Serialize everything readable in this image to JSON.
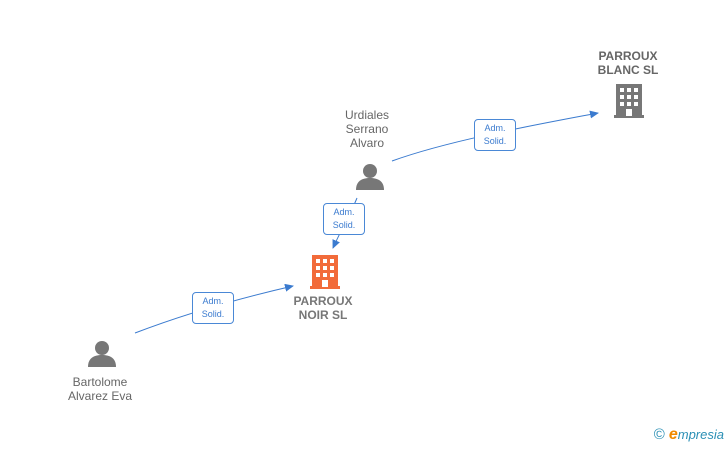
{
  "nodes": {
    "parroux_blanc": {
      "line1": "PARROUX",
      "line2": "BLANC  SL",
      "type": "company"
    },
    "urdiales": {
      "line1": "Urdiales",
      "line2": "Serrano",
      "line3": "Alvaro",
      "type": "person"
    },
    "parroux_noir": {
      "line1": "PARROUX",
      "line2": "NOIR  SL",
      "type": "company",
      "highlight": true
    },
    "bartolome": {
      "line1": "Bartolome",
      "line2": "Alvarez Eva",
      "type": "person"
    }
  },
  "edges": [
    {
      "from": "urdiales",
      "to": "parroux_blanc",
      "label1": "Adm.",
      "label2": "Solid."
    },
    {
      "from": "urdiales",
      "to": "parroux_noir",
      "label1": "Adm.",
      "label2": "Solid."
    },
    {
      "from": "bartolome",
      "to": "parroux_noir",
      "label1": "Adm.",
      "label2": "Solid."
    }
  ],
  "footer": {
    "copyright": "©",
    "brand_initial": "e",
    "brand_rest": "mpresia"
  },
  "colors": {
    "edge": "#3b7bcf",
    "company_icon": "#777777",
    "highlight_icon": "#f26b3a",
    "person_icon": "#777777"
  },
  "icons": {
    "company": "building-icon",
    "person": "person-icon"
  }
}
